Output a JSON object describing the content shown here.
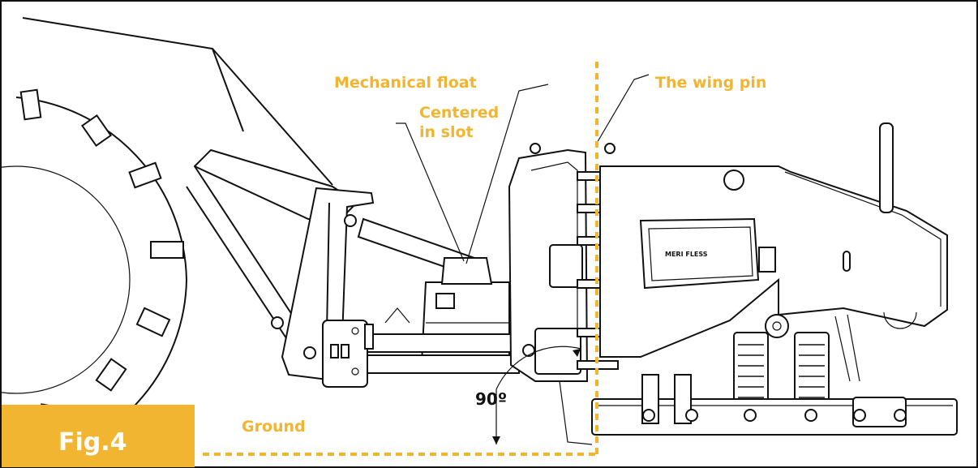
{
  "figure": {
    "badge": "Fig.4",
    "labels": {
      "mechanical_float": "Mechanical float",
      "centered_in_slot_line1": "Centered",
      "centered_in_slot_line2": "in slot",
      "wing_pin": "The wing pin",
      "ground": "Ground",
      "angle": "90º"
    },
    "logo_text": "MERI FLESS",
    "colors": {
      "accent": "#f2b531",
      "ink": "#111111",
      "badge_text": "#ffffff"
    }
  }
}
